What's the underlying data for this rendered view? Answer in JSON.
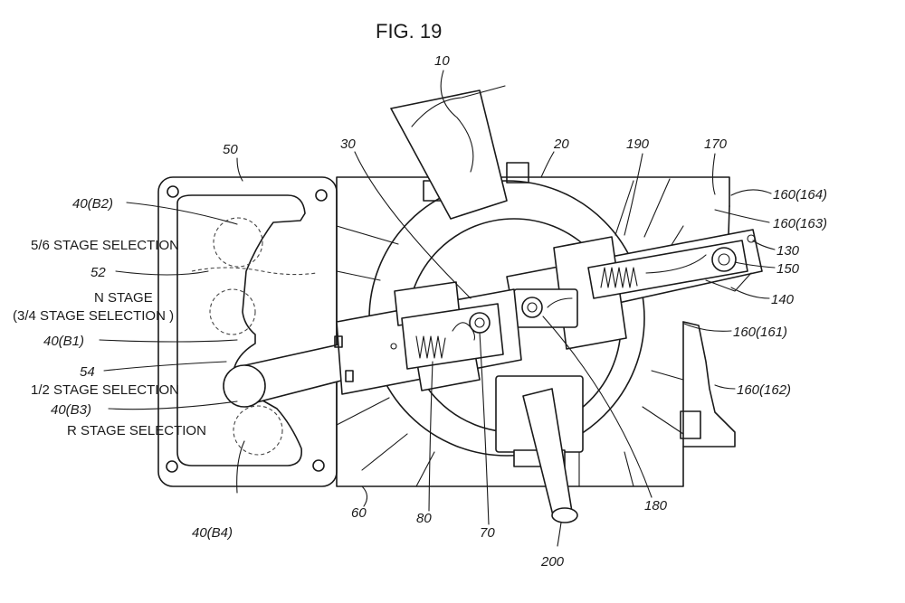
{
  "figure": {
    "title": "FIG. 19"
  },
  "labels": {
    "r10": "10",
    "r20": "20",
    "r30": "30",
    "r50": "50",
    "r190": "190",
    "r170": "170",
    "r160_164": "160(164)",
    "r160_163": "160(163)",
    "r130": "130",
    "r150": "150",
    "r140": "140",
    "r160_161": "160(161)",
    "r160_162": "160(162)",
    "r40_b2": "40(B2)",
    "r52": "52",
    "r40_b1": "40(B1)",
    "r54": "54",
    "r40_b3": "40(B3)",
    "r40_b4": "40(B4)",
    "r60": "60",
    "r80": "80",
    "r70": "70",
    "r200": "200",
    "r180": "180"
  },
  "captions": {
    "stage_56": "5/6  STAGE SELECTION",
    "stage_n": "N STAGE",
    "stage_34": "(3/4 STAGE SELECTION )",
    "stage_12": "1/2  STAGE SELECTION",
    "stage_r": "R  STAGE SELECTION"
  }
}
